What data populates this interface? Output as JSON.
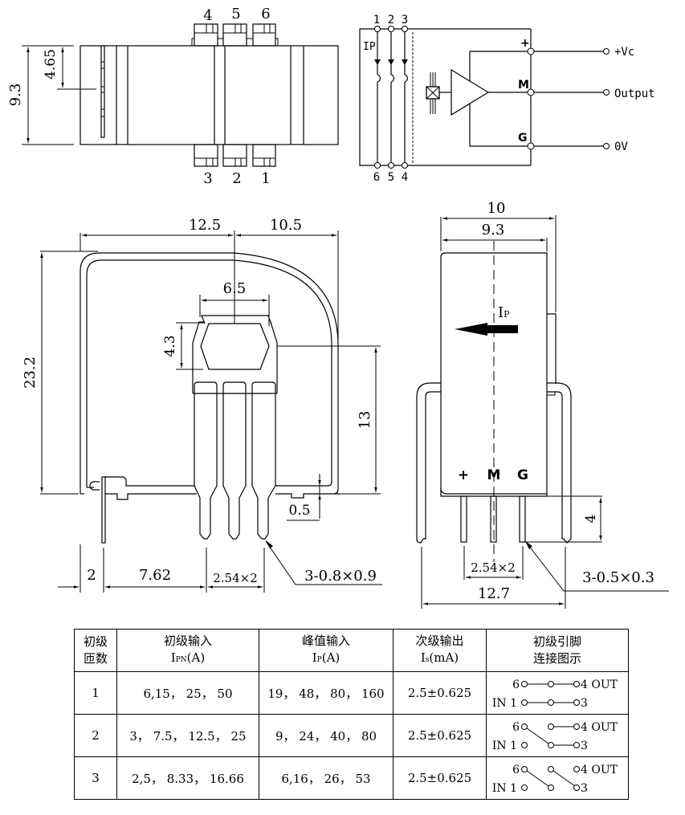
{
  "top_view": {
    "pins_top": [
      "4",
      "5",
      "6"
    ],
    "pins_bottom": [
      "3",
      "2",
      "1"
    ],
    "dim_height": "9.3",
    "dim_half": "4.65"
  },
  "schematic": {
    "pins_top": [
      "1",
      "2",
      "3"
    ],
    "pins_bottom": [
      "6",
      "5",
      "4"
    ],
    "current_label": "IP",
    "node_plus": "+",
    "node_m": "M",
    "node_g": "G",
    "out_vc": "+Vc",
    "out_output": "Output",
    "out_0v": "0V"
  },
  "front_view": {
    "dim_left_width": "12.5",
    "dim_right_width": "10.5",
    "dim_hex_width": "6.5",
    "dim_hex_height": "4.3",
    "dim_total_height": "23.2",
    "dim_right_height": "13",
    "dim_offset": "0.5",
    "dim_pin_offset": "2",
    "dim_pin_spacing_to_first": "7.62",
    "dim_pin_pitch": "2.54×2",
    "dim_pin_spec": "3-0.8×0.9"
  },
  "side_view": {
    "dim_outer_width": "10",
    "dim_body_width": "9.3",
    "current_label": "I",
    "current_sub": "P",
    "pin_labels": [
      "+",
      "M",
      "G"
    ],
    "dim_pin_length": "4",
    "dim_pin_pitch": "2.54×2",
    "dim_lead_span": "12.7",
    "dim_pin_spec": "3-0.5×0.3"
  },
  "table": {
    "headers": [
      {
        "line1": "初级",
        "line2": "匝数"
      },
      {
        "line1": "初级输入",
        "line2_main": "I",
        "line2_sub": "PN",
        "line2_unit": "(A)"
      },
      {
        "line1": "峰值输入",
        "line2_main": "I",
        "line2_sub": "P",
        "line2_unit": "(A)"
      },
      {
        "line1": "次级输出",
        "line2_main": "I",
        "line2_sub": "s",
        "line2_unit": "(mA)"
      },
      {
        "line1": "初级引脚",
        "line2": "连接图示"
      }
    ],
    "rows": [
      {
        "turns": "1",
        "ipn": "6,15， 25， 50",
        "ip": "19， 48， 80， 160",
        "is": "2.5±0.625",
        "conn": {
          "top_left": "6",
          "top_right": "4 OUT",
          "bot_left": "IN 1",
          "bot_right": "3",
          "pattern": "parallel"
        }
      },
      {
        "turns": "2",
        "ipn": "3， 7.5， 12.5， 25",
        "ip": "9， 24， 40， 80",
        "is": "2.5±0.625",
        "conn": {
          "top_left": "6",
          "top_right": "4 OUT",
          "bot_left": "IN 1",
          "bot_right": "3",
          "pattern": "two-series"
        }
      },
      {
        "turns": "3",
        "ipn": "2,5， 8.33， 16.66",
        "ip": "6,16， 26， 53",
        "is": "2.5±0.625",
        "conn": {
          "top_left": "6",
          "top_right": "4 OUT",
          "bot_left": "IN 1",
          "bot_right": "3",
          "pattern": "three-series"
        }
      }
    ]
  }
}
